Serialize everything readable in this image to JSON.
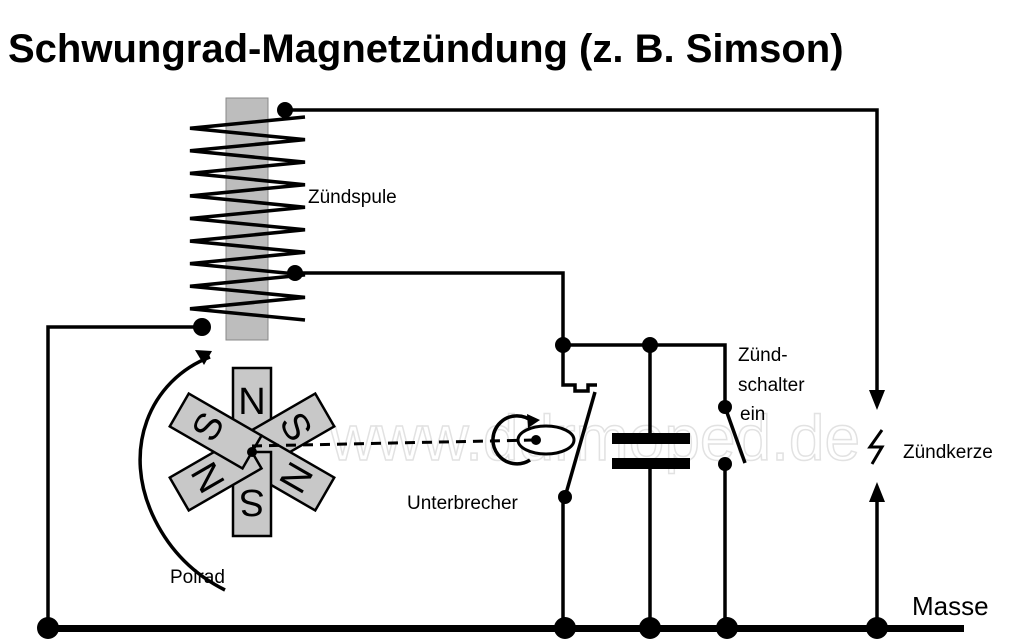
{
  "title": "Schwungrad-Magnetzündung (z. B. Simson)",
  "labels": {
    "coil": "Zündspule",
    "switch_line1": "Zünd-",
    "switch_line2": "schalter",
    "switch_line3": "ein",
    "spark_plug": "Zündkerze",
    "breaker": "Unterbrecher",
    "rotor": "Polrad",
    "ground": "Masse"
  },
  "magnet_poles": [
    "N",
    "S",
    "N",
    "S",
    "N",
    "S"
  ],
  "watermark": "www.ddrmoped.de",
  "colors": {
    "ink": "#000000",
    "core": "#bdbdbd",
    "magnet_fill": "#c8c8c8",
    "background": "#ffffff"
  }
}
